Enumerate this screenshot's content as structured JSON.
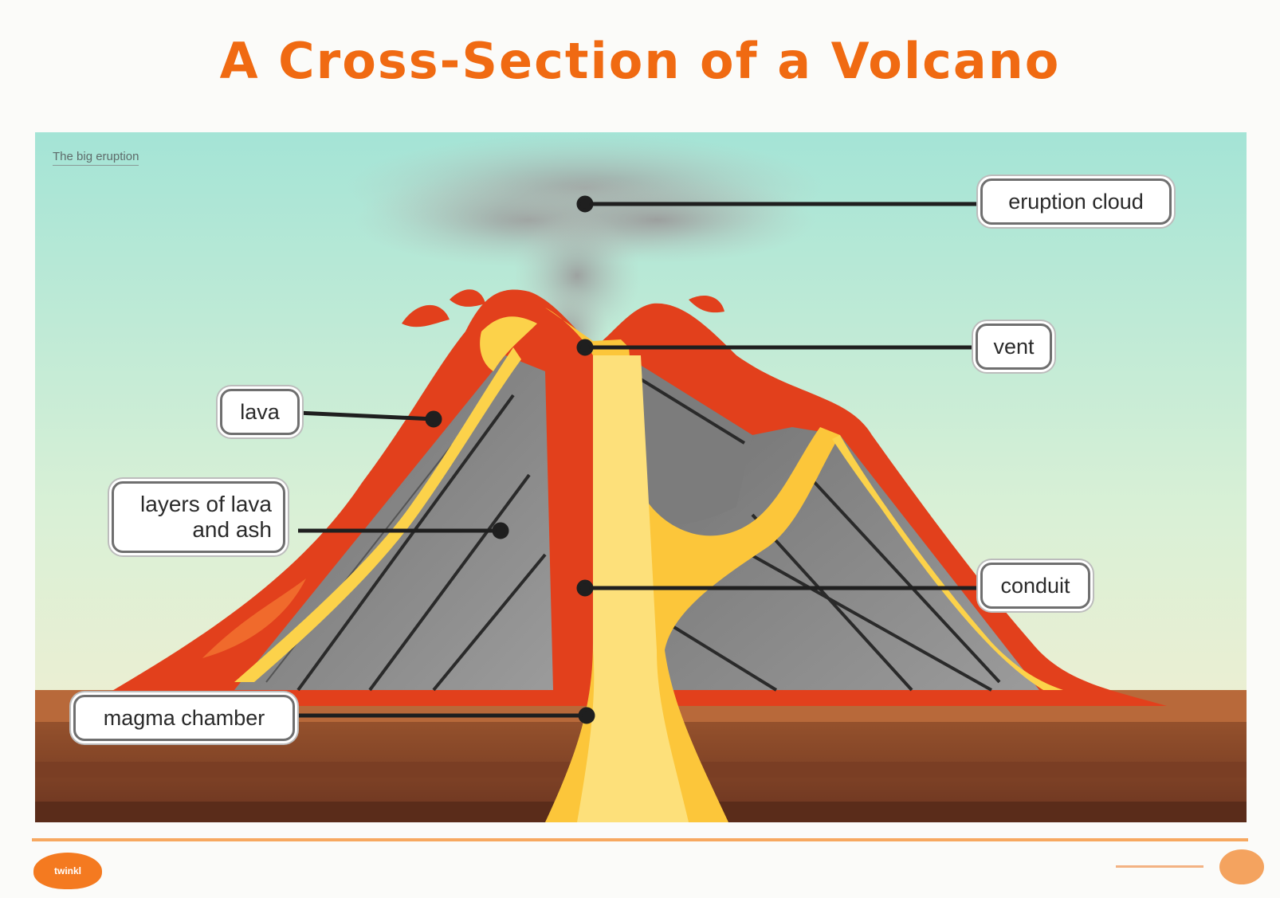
{
  "title": "A Cross-Section of a Volcano",
  "credit": "The big eruption",
  "labels": {
    "ash_cloud": "eruption cloud",
    "vent": "vent",
    "lava": "lava",
    "layers": "layers of lava and ash",
    "conduit": "conduit",
    "magma_chamber": "magma chamber"
  },
  "colors": {
    "title": "#f06a12",
    "sky_top": "#a8e6d8",
    "sky_bottom": "#f4eed4",
    "lava_red": "#e8401c",
    "lava_yellow": "#fcd24a",
    "rock_gray": "#8c8c8c",
    "ground_brown": "#8a4a2a"
  },
  "footer": {
    "logo_left": "twinkl"
  }
}
